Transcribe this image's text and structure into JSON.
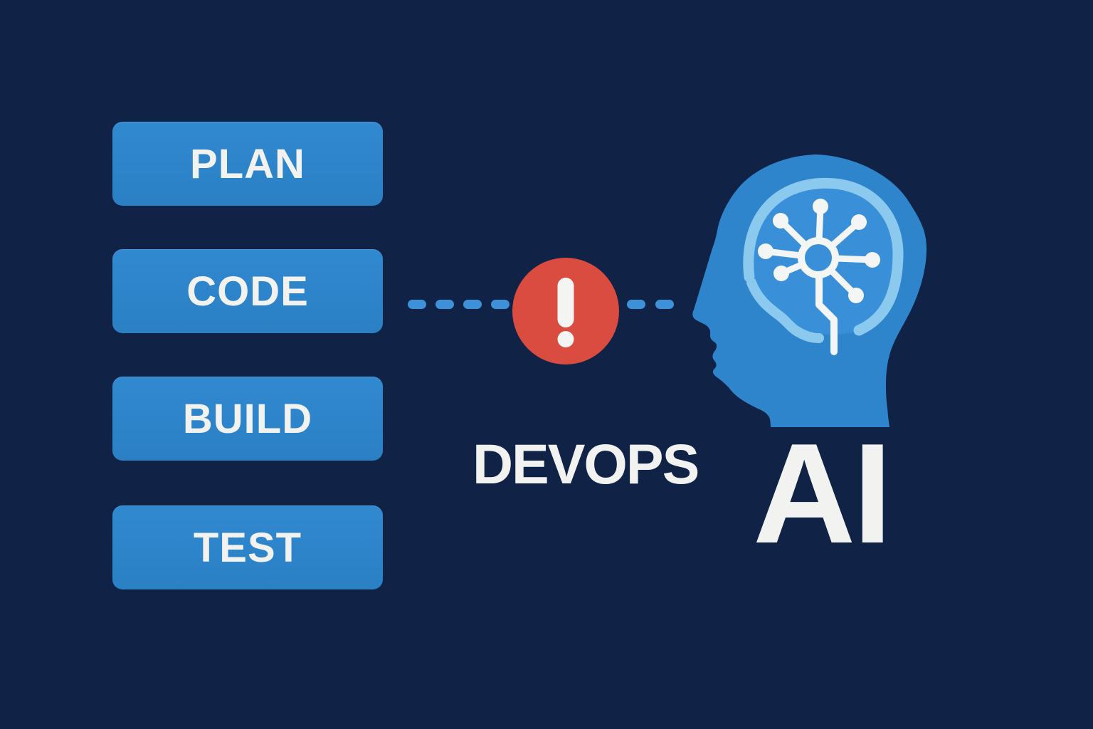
{
  "pipeline": {
    "stages": [
      {
        "label": "PLAN"
      },
      {
        "label": "CODE"
      },
      {
        "label": "BUILD"
      },
      {
        "label": "TEST"
      }
    ]
  },
  "captions": {
    "devops": "DEVOPS",
    "ai": "AI"
  },
  "alert": {
    "glyph": "!"
  },
  "connector": {
    "left_dash_count": 4,
    "right_dash_count": 2
  },
  "icons": {
    "alert": "alert-icon",
    "head": "ai-head-profile-icon",
    "brain": "brain-outline-icon",
    "neural": "neural-network-icon",
    "connector": "dashed-connector"
  },
  "colors": {
    "background": "#102246",
    "box_blue": "#2e86cb",
    "dash_blue": "#3e91d8",
    "alert_red": "#da4b40",
    "head_blue": "#2f85cb",
    "brain_fill": "#3a90d8",
    "brain_outline": "#8cc9ef",
    "text_white": "#f2f3f1"
  }
}
